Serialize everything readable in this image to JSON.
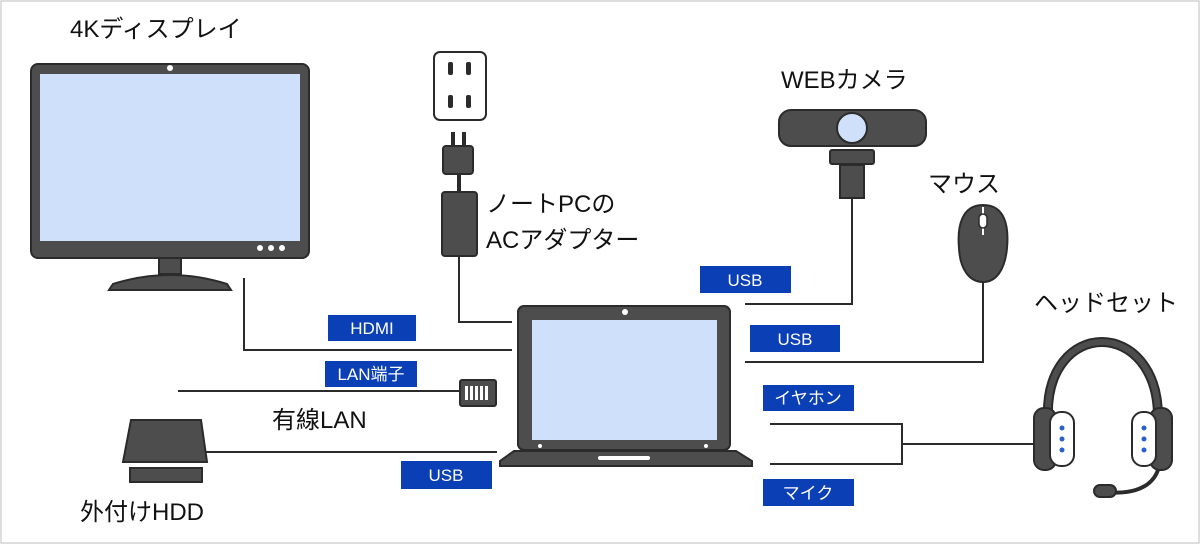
{
  "devices": {
    "display": "4Kディスプレイ",
    "adapter_line1": "ノートPCの",
    "adapter_line2": "ACアダプター",
    "webcam": "WEBカメラ",
    "mouse": "マウス",
    "headset": "ヘッドセット",
    "wired_lan": "有線LAN",
    "external_hdd": "外付けHDD"
  },
  "ports": {
    "hdmi": "HDMI",
    "lan": "LAN端子",
    "usb_hdd": "USB",
    "usb_webcam": "USB",
    "usb_mouse": "USB",
    "earphone": "イヤホン",
    "mic": "マイク"
  },
  "colors": {
    "tag_background": "#0b3fb5",
    "screen": "#cfe0fb",
    "device_body": "#4d4d4d",
    "wire": "#2b2b2b"
  }
}
